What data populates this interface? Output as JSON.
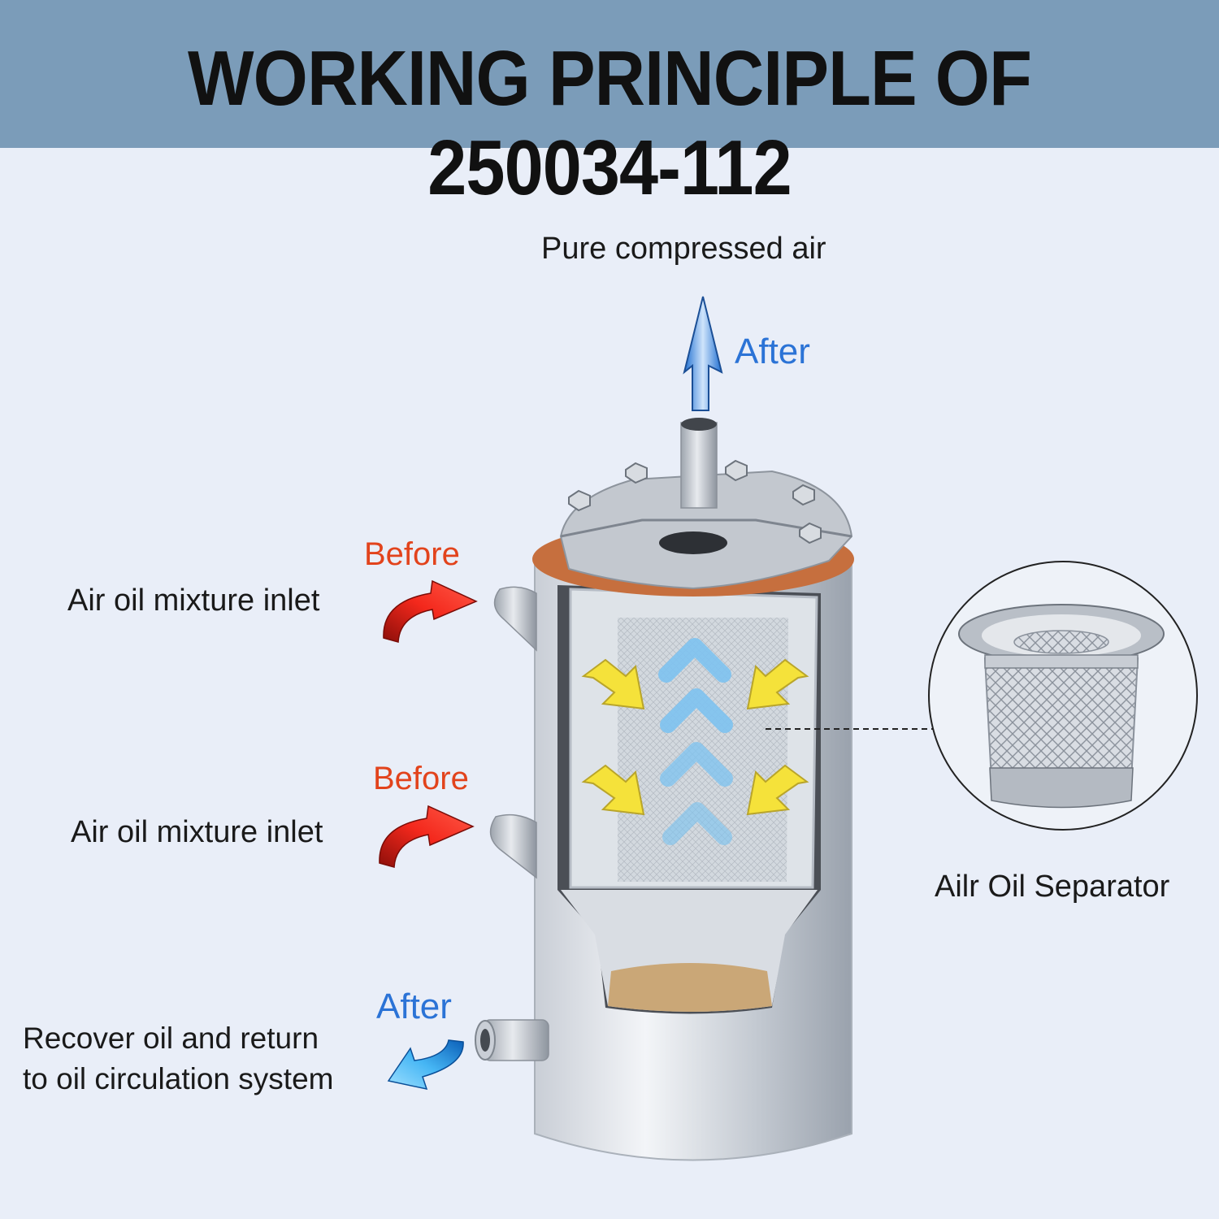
{
  "title": "WORKING PRINCIPLE OF 250034-112",
  "labels": {
    "top_output": "Pure compressed air",
    "after_top": "After",
    "before_1": "Before",
    "inlet_1": "Air oil mixture inlet",
    "before_2": "Before",
    "inlet_2": "Air oil mixture inlet",
    "after_bottom": "After",
    "oil_return_line1": "Recover oil and return",
    "oil_return_line2": "to oil circulation system",
    "separator": "Ailr Oil Separator"
  },
  "colors": {
    "banner": "#7b9cb9",
    "background": "#e9eef8",
    "before_text": "#e2431c",
    "after_text": "#2b73d6",
    "inlet_arrow": "#e0261c",
    "outlet_arrow": "#2e9be8",
    "force_arrow": "#f5e23a",
    "flow_chevrons": "#7ec3f0",
    "oil": "#caa777"
  },
  "icons": [
    "up-arrow-icon",
    "curved-red-arrow-icon",
    "curved-blue-arrow-icon",
    "yellow-arrow-icon",
    "chevron-up-icon"
  ]
}
